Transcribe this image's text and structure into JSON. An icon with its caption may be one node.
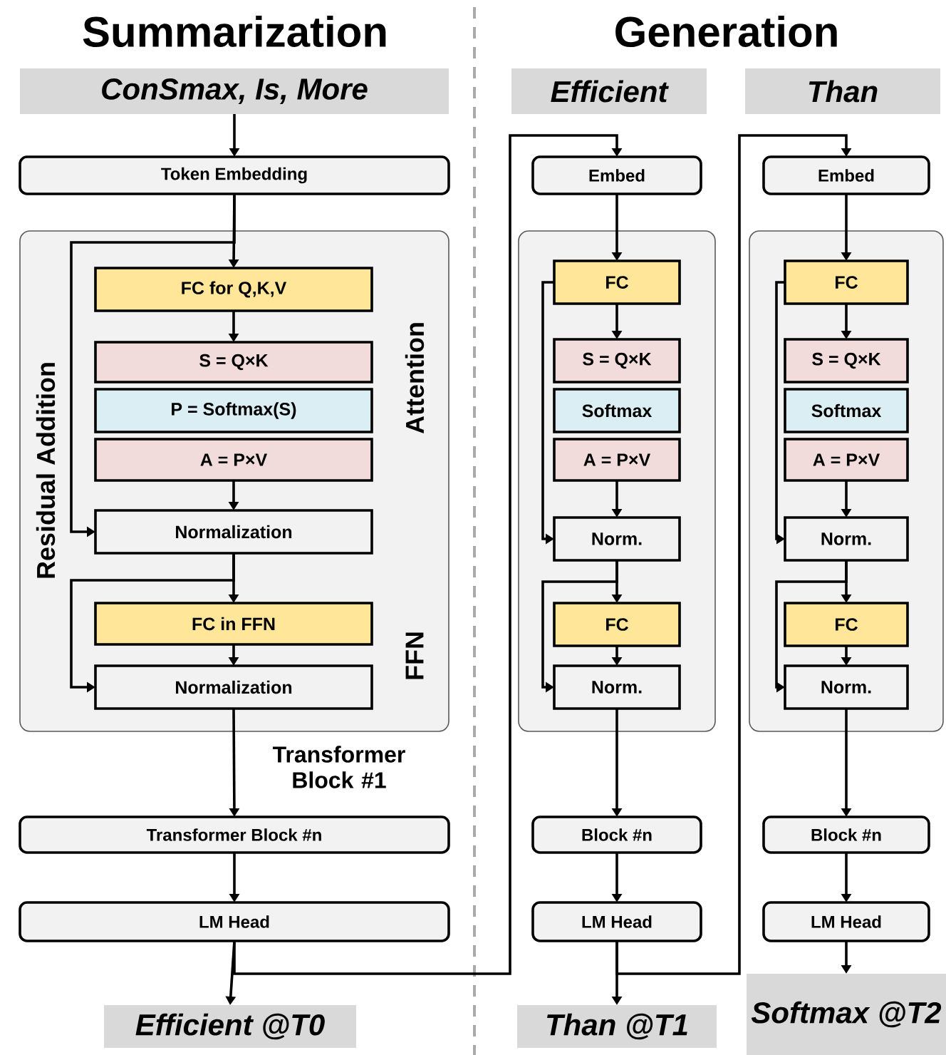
{
  "diagram": {
    "nodes": [
      {
        "text": [
          "ConSmax, Is, More"
        ]
      },
      {
        "text": [
          "Token Embedding"
        ]
      },
      {
        "text": [],
        "shape": "box",
        "beside": [
          "Transformer Block #1"
        ]
      },
      {
        "text": [
          "FC for Q,K,V"
        ],
        "in": 2
      },
      {
        "text": [
          "S = Q×K"
        ],
        "in": 2
      },
      {
        "text": [
          "P = Softmax(S)"
        ],
        "in": 2
      },
      {
        "text": [
          "A = P×V"
        ],
        "in": 2
      },
      {
        "text": [
          "Normalization"
        ],
        "in": 2
      },
      {
        "text": [
          "FC in FFN"
        ],
        "in": 2
      },
      {
        "text": [
          "Normalization"
        ],
        "in": 2
      },
      {
        "text": [
          "Transformer Block #n"
        ]
      },
      {
        "text": [
          "LM Head"
        ]
      },
      {
        "text": [
          "Efficient @T0"
        ]
      },
      {
        "text": [
          "Efficient"
        ]
      },
      {
        "text": [
          "Embed"
        ]
      },
      {
        "text": [],
        "shape": "box"
      },
      {
        "text": [
          "FC"
        ],
        "in": 15
      },
      {
        "text": [
          "S = Q×K"
        ],
        "in": 15
      },
      {
        "text": [
          "Softmax"
        ],
        "in": 15
      },
      {
        "text": [
          "A = P×V"
        ],
        "in": 15
      },
      {
        "text": [
          "Norm."
        ],
        "in": 15
      },
      {
        "text": [
          "FC"
        ],
        "in": 15
      },
      {
        "text": [
          "Norm."
        ],
        "in": 15
      },
      {
        "text": [
          "Block #n"
        ]
      },
      {
        "text": [
          "LM Head"
        ]
      },
      {
        "text": [
          "Than @T1"
        ]
      },
      {
        "text": [
          "Than"
        ]
      },
      {
        "text": [
          "Embed"
        ]
      },
      {
        "text": [],
        "shape": "box"
      },
      {
        "text": [
          "FC"
        ],
        "in": 28
      },
      {
        "text": [
          "S = Q×K"
        ],
        "in": 28
      },
      {
        "text": [
          "Softmax"
        ],
        "in": 28
      },
      {
        "text": [
          "A = P×V"
        ],
        "in": 28
      },
      {
        "text": [
          "Norm."
        ],
        "in": 28
      },
      {
        "text": [
          "FC"
        ],
        "in": 28
      },
      {
        "text": [
          "Norm."
        ],
        "in": 28
      },
      {
        "text": [
          "Block #n"
        ]
      },
      {
        "text": [
          "LM Head"
        ]
      },
      {
        "text": [
          "Softmax @T2"
        ]
      }
    ],
    "edges": [
      {
        "from": 0,
        "to": 1,
        "arrow": "to"
      },
      {
        "from": 1,
        "to": 3,
        "arrow": "to"
      },
      {
        "from": 1,
        "to": 7,
        "arrow": "to"
      },
      {
        "from": 3,
        "to": 4,
        "arrow": "to"
      },
      {
        "from": 6,
        "to": 7,
        "arrow": "to"
      },
      {
        "from": 7,
        "to": 8,
        "arrow": "to"
      },
      {
        "from": 7,
        "to": 9,
        "arrow": "to"
      },
      {
        "from": 8,
        "to": 9,
        "arrow": "to"
      },
      {
        "from": 9,
        "to": 10,
        "arrow": "to"
      },
      {
        "from": 10,
        "to": 11,
        "arrow": "to"
      },
      {
        "from": 11,
        "to": 12,
        "arrow": "to"
      },
      {
        "from": 11,
        "to": 14,
        "arrow": "to"
      },
      {
        "from": 14,
        "to": 16,
        "arrow": "to"
      },
      {
        "from": 16,
        "to": 20,
        "arrow": "to"
      },
      {
        "from": 16,
        "to": 17,
        "arrow": "to"
      },
      {
        "from": 19,
        "to": 20,
        "arrow": "to"
      },
      {
        "from": 20,
        "to": 21,
        "arrow": "to"
      },
      {
        "from": 20,
        "to": 22,
        "arrow": "to"
      },
      {
        "from": 21,
        "to": 22,
        "arrow": "to"
      },
      {
        "from": 22,
        "to": 23,
        "arrow": "to"
      },
      {
        "from": 23,
        "to": 24,
        "arrow": "to"
      },
      {
        "from": 24,
        "to": 25,
        "arrow": "to"
      },
      {
        "from": 24,
        "to": 27,
        "arrow": "to"
      },
      {
        "from": 27,
        "to": 29,
        "arrow": "to"
      },
      {
        "from": 29,
        "to": 33,
        "arrow": "to"
      },
      {
        "from": 29,
        "to": 30,
        "arrow": "to"
      },
      {
        "from": 32,
        "to": 33,
        "arrow": "to"
      },
      {
        "from": 33,
        "to": 34,
        "arrow": "to"
      },
      {
        "from": 33,
        "to": 35,
        "arrow": "to"
      },
      {
        "from": 34,
        "to": 35,
        "arrow": "to"
      },
      {
        "from": 35,
        "to": 36,
        "arrow": "to"
      },
      {
        "from": 36,
        "to": 37,
        "arrow": "to"
      },
      {
        "from": 37,
        "to": 38,
        "arrow": "to"
      }
    ],
    "labels": [
      "Summarization",
      "Generation",
      "Residual Addition",
      "Attention",
      "FFN"
    ]
  }
}
